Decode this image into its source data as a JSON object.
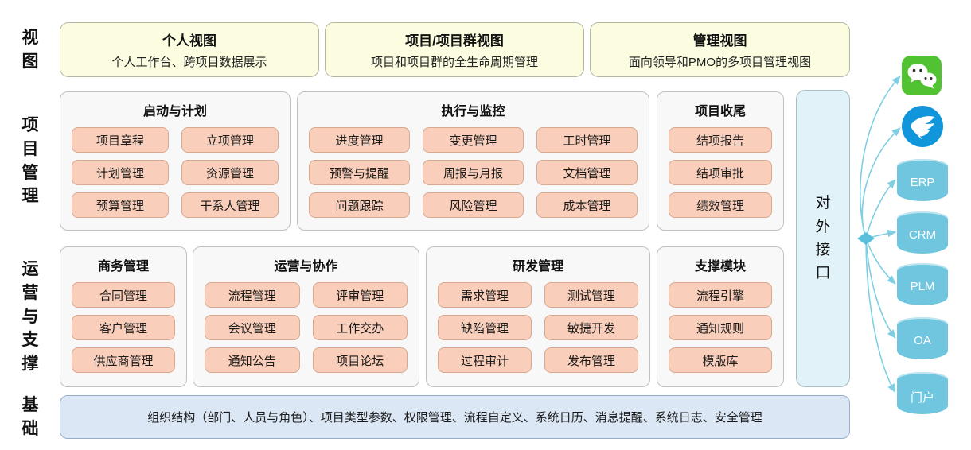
{
  "colors": {
    "view_box_fill": "#fcfce1",
    "group_fill": "#f8f8f8",
    "chip_fill": "#f9ceba",
    "chip_border": "#d8a88f",
    "external_fill": "#e1f2f8",
    "foundation_fill": "#dbe7f4",
    "cylinder_fill": "#6fc6de",
    "arrow_color": "#7fcfe4",
    "wechat_green": "#51c332",
    "dingtalk_blue": "#1296db"
  },
  "rail": {
    "view": "视图",
    "pm": "项目管理",
    "ops": "运营与支撑",
    "base": "基础"
  },
  "views": [
    {
      "title": "个人视图",
      "subtitle": "个人工作台、跨项目数据展示"
    },
    {
      "title": "项目/项目群视图",
      "subtitle": "项目和项目群的全生命周期管理"
    },
    {
      "title": "管理视图",
      "subtitle": "面向领导和PMO的多项目管理视图"
    }
  ],
  "pm": {
    "groups": [
      {
        "title": "启动与计划",
        "items": [
          "项目章程",
          "立项管理",
          "计划管理",
          "资源管理",
          "预算管理",
          "干系人管理"
        ]
      },
      {
        "title": "执行与监控",
        "items": [
          "进度管理",
          "变更管理",
          "工时管理",
          "预警与提醒",
          "周报与月报",
          "文档管理",
          "问题跟踪",
          "风险管理",
          "成本管理"
        ]
      },
      {
        "title": "项目收尾",
        "items": [
          "结项报告",
          "结项审批",
          "绩效管理"
        ]
      }
    ]
  },
  "ops": {
    "groups": [
      {
        "title": "商务管理",
        "items": [
          "合同管理",
          "客户管理",
          "供应商管理"
        ]
      },
      {
        "title": "运营与协作",
        "items": [
          "流程管理",
          "评审管理",
          "会议管理",
          "工作交办",
          "通知公告",
          "项目论坛"
        ]
      },
      {
        "title": "研发管理",
        "items": [
          "需求管理",
          "测试管理",
          "缺陷管理",
          "敏捷开发",
          "过程审计",
          "发布管理"
        ]
      },
      {
        "title": "支撑模块",
        "items": [
          "流程引擎",
          "通知规则",
          "模版库"
        ]
      }
    ]
  },
  "external_interface": {
    "label": "对外接口"
  },
  "foundation": {
    "text": "组织结构（部门、人员与角色）、项目类型参数、权限管理、流程自定义、系统日历、消息提醒、系统日志、安全管理"
  },
  "integrations": {
    "app_icons": [
      "wechat-icon",
      "dingtalk-icon"
    ],
    "systems": [
      "ERP",
      "CRM",
      "PLM",
      "OA",
      "门户"
    ]
  }
}
